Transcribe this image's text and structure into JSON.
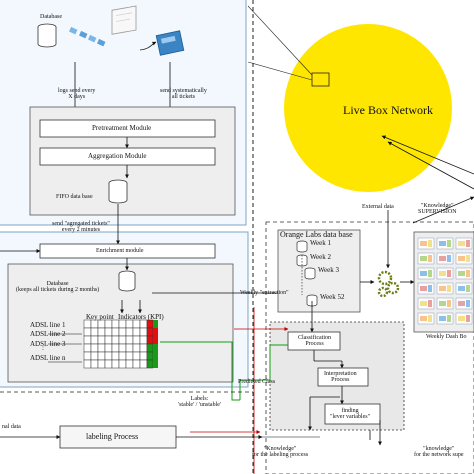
{
  "colors": {
    "panel_blue_bg": "#f2f8fd",
    "panel_blue_border": "#7fa6c6",
    "gray_box": "#eeeeee",
    "sun_yellow": "#ffe600",
    "ticket_red": "#e01010",
    "ticket_green": "#1a9a1a",
    "link_red": "#c00000",
    "link_green": "#10a010"
  },
  "collection": {
    "database_label": "Database",
    "logs_label": "logs send every\nX days",
    "tickets_label": "send systematically\nall tickets"
  },
  "pipeline": {
    "pretreatment": "Pretreatment Module",
    "aggregation": "Aggregation Module",
    "fifo": "FIFO data base",
    "aggregated_label": "send \"agregated tickets\"\nevery 2 minutes",
    "enrichment": "Enrichment module",
    "database_label": "Database\n(keeps all tickets during 2 months)",
    "key_point": "Key point",
    "indicators": "Indicators (KPI)",
    "lines": [
      "ADSL line 1",
      "ADSL line 2",
      "ADSL line 3",
      "ADSL line n"
    ],
    "dots": ":"
  },
  "network": {
    "title": "Live Box Network"
  },
  "orange_labs": {
    "title": "Orange Labs data base",
    "weeks": [
      "Week 1",
      "Week 2",
      "Week 3",
      "Week 52"
    ],
    "weekly_extraction": "Weekly \"extraction\"",
    "external_data": "External data",
    "supervision": "\"Knowledge\"\nSUPERVISION",
    "dashboard": "Weekly Dash Bo"
  },
  "classification": {
    "classification_process": "Classification\nProcess",
    "interpretation_process": "Interpretation\nProcess",
    "finding": "finding\n\"lever variables\"",
    "predicted_class": "Predicted Class"
  },
  "labeling": {
    "labels_note": "Labels:\n'stable' / 'unstable'",
    "external_data": "nal data",
    "labeling_process": "labeling Process",
    "knowledge_labeling": "\"Knowledge\"\nfor the labeling process",
    "knowledge_network": "\"knowledge\"\nfor the network supe"
  }
}
